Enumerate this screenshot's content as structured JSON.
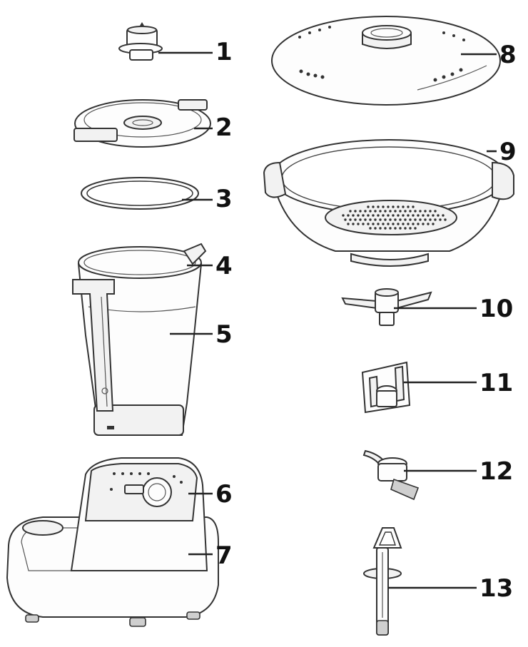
{
  "parts": [
    {
      "id": "part-1",
      "label": "1"
    },
    {
      "id": "part-2",
      "label": "2"
    },
    {
      "id": "part-3",
      "label": "3"
    },
    {
      "id": "part-4",
      "label": "4"
    },
    {
      "id": "part-5",
      "label": "5"
    },
    {
      "id": "part-6",
      "label": "6"
    },
    {
      "id": "part-7",
      "label": "7"
    },
    {
      "id": "part-8",
      "label": "8"
    },
    {
      "id": "part-9",
      "label": "9"
    },
    {
      "id": "part-10",
      "label": "10"
    },
    {
      "id": "part-11",
      "label": "11"
    },
    {
      "id": "part-12",
      "label": "12"
    },
    {
      "id": "part-13",
      "label": "13"
    }
  ],
  "colors": {
    "line": "#222222",
    "background": "#ffffff"
  }
}
